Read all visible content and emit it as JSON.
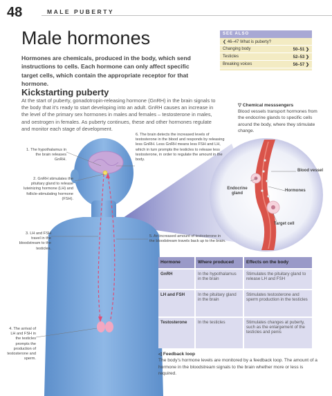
{
  "header": {
    "page_number": "48",
    "section": "MALE PUBERTY"
  },
  "title": "Male hormones",
  "intro": "Hormones are chemicals, produced in the body, which send instructions to cells. Each hormone can only affect specific target cells, which contain the appropriate receptor for that hormone.",
  "see_also": {
    "heading": "SEE ALSO",
    "items": [
      {
        "ref": "❮ 46–47 What is puberty?",
        "pages": ""
      },
      {
        "ref": "Changing body",
        "pages": "50–51 ❯"
      },
      {
        "ref": "Testicles",
        "pages": "52–53 ❯"
      },
      {
        "ref": "Breaking voices",
        "pages": "56–57 ❯"
      }
    ]
  },
  "kickstart": {
    "heading": "Kickstarting puberty",
    "body": "At the start of puberty, gonadotropin-releasing hormone (GnRH) in the brain signals to the body that it’s ready to start developing into an adult. GnRH causes an increase in the level of the primary sex hormones in males and females – testosterone in males, and oestrogen in females. As puberty continues, these and other hormones regulate and monitor each stage of development."
  },
  "chemical": {
    "heading": "▽ Chemical messsengers",
    "body": "Blood vessels transport hormones from the endocrine glands to specific cells around the body, where they stimulate change."
  },
  "labels": {
    "step1": "1. The hypothalamus in the brain releases GnRH.",
    "step2": "2. GnRH stimulates the pituitary gland to release luteinizing hormone (LH) and follicle-stimulating hormone (FSH).",
    "step3": "3. LH and FSH travel in the bloodstream to the testicles.",
    "step4": "4. The arrival of LH and FSH in the testicles prompts the production of testosterone and sperm.",
    "step5": "5. An increased amount of testosterone in the bloodstream travels back up to the brain.",
    "step6": "6. The brain detects the increased levels of testosterone in the blood and responds by releasing less GnRH. Less GnRH means less FSH and LH, which in turn prompts the testicles to release less testosterone, in order to regulate the amount in the body.",
    "blood_vessel": "Blood vessel",
    "hormones": "Hormones",
    "endocrine_gland": "Endocrine gland",
    "target_cell": "Target cell"
  },
  "table": {
    "headers": [
      "Hormone",
      "Where produced",
      "Effects on the body"
    ],
    "rows": [
      [
        "GnRH",
        "In the hypothalamus in the brain",
        "Stimulates the pituitary gland to release LH and FSH"
      ],
      [
        "LH and FSH",
        "In the pituitary gland in the brain",
        "Stimulates testosterone and sperm production in the testicles"
      ],
      [
        "Testosterone",
        "In the testicles",
        "Stimulates changes at puberty, such as the enlargement of the testicles and penis"
      ]
    ]
  },
  "feedback": {
    "heading": "◁ Feedback loop",
    "body": "The body’s hormone levels are monitored by a feedback loop. The amount of a hormone in the bloodstream signals to the brain whether more or less is required."
  },
  "colors": {
    "body_blue": "#6f9fd3",
    "accent_purple": "#9a9ac8",
    "vessel_red": "#d9534a",
    "see_also_bg": "#f3ebc3"
  }
}
